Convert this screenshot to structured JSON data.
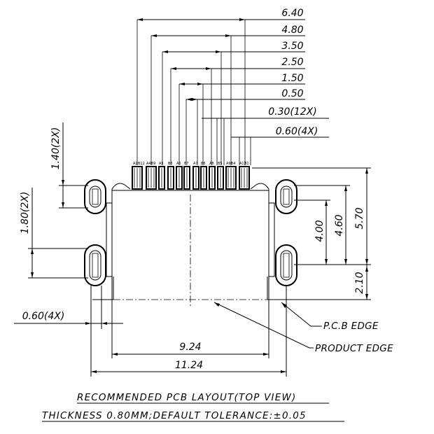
{
  "top_dims": [
    "6.40",
    "4.80",
    "3.50",
    "2.50",
    "1.50",
    "0.50",
    "0.30(12X)",
    "0.60(4X)"
  ],
  "right_dims": [
    "5.70",
    "4.60",
    "4.00",
    "2.10"
  ],
  "left_dims": [
    "1.40(2X)",
    "1.80(2X)"
  ],
  "bottom_dims": {
    "pad_width": "0.60(4X)",
    "inner": "9.24",
    "outer": "11.24"
  },
  "callouts": {
    "pcb_edge": "P.C.B EDGE",
    "product_edge": "PRODUCT EDGE"
  },
  "pin_labels": [
    "A1",
    "B12",
    "A4",
    "B9",
    "A5",
    "B8",
    "A6",
    "B7",
    "A7",
    "B6",
    "A8",
    "B5",
    "A9",
    "B4",
    "A12",
    "B1"
  ],
  "title": "RECOMMENDED PCB LAYOUT(TOP VIEW)",
  "subtitle": "THICKNESS 0.80MM;DEFAULT TOLERANCE:±0.05"
}
